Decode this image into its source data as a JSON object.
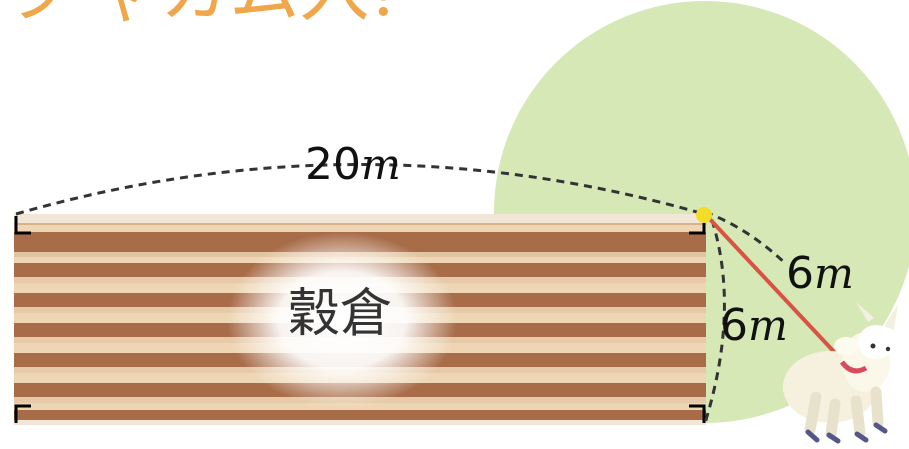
{
  "title_fragment": "ラ'ャカム入!",
  "labels": {
    "top_length_num": "20",
    "top_length_unit": "m",
    "rope_num": "6",
    "rope_unit": "m",
    "side_num": "6",
    "side_unit": "m",
    "barn": "穀倉"
  },
  "colors": {
    "title": "#f0a64b",
    "region": "#d7e8b7",
    "barn_dark": "#a86c49",
    "barn_light": "#eed6b5",
    "rope": "#d75445",
    "anchor": "#f2dd28"
  },
  "icons": [
    "goat-icon"
  ]
}
